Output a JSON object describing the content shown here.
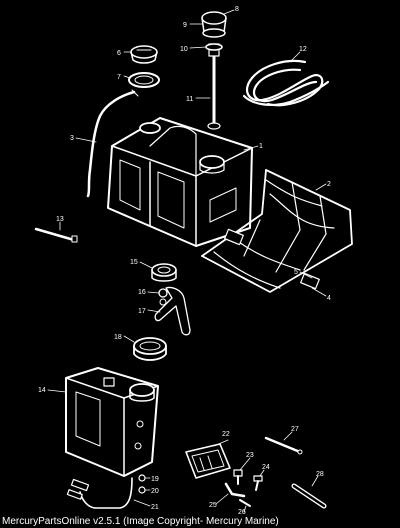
{
  "diagram": {
    "part_labels": [
      "1",
      "2",
      "3",
      "4",
      "5",
      "6",
      "7",
      "8",
      "9",
      "10",
      "11",
      "12",
      "13",
      "14",
      "15",
      "16",
      "17",
      "18",
      "19",
      "20",
      "21",
      "22",
      "23",
      "24",
      "25",
      "26",
      "27",
      "28"
    ]
  },
  "footer": {
    "credit": "MercuryPartsOnline v2.5.1 (Image Copyright- Mercury Marine)"
  },
  "colors": {
    "background": "#000000",
    "line": "#ffffff"
  }
}
